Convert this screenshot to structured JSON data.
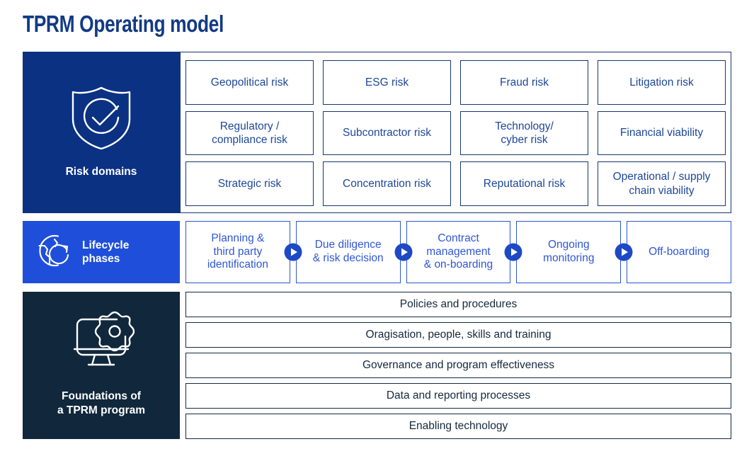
{
  "page": {
    "title": "TPRM Operating model"
  },
  "colors": {
    "title_blue": "#123a86",
    "risk_panel_blue": "#0B3183",
    "lifecycle_blue": "#1F4FDA",
    "foundations_navy": "#10273C",
    "risk_text_blue": "#1D4798",
    "phase_text_blue": "#2F56D8",
    "foundation_text_navy": "#15293D",
    "page_background": "#FFFFFF"
  },
  "risk_domains": {
    "label": "Risk domains",
    "icon": "shield-check-icon",
    "tiles": [
      "Geopolitical risk",
      "ESG risk",
      "Fraud risk",
      "Litigation risk",
      "Regulatory /\ncompliance risk",
      "Subcontractor risk",
      "Technology/\ncyber risk",
      "Financial viability",
      "Strategic risk",
      "Concentration risk",
      "Reputational risk",
      "Operational / supply\nchain viability"
    ]
  },
  "lifecycle": {
    "label": "Lifecycle\nphases",
    "icon": "globe-refresh-icon",
    "separator_icon": "arrow-right-circle-icon",
    "phases": [
      "Planning &\nthird party\nidentification",
      "Due diligence\n& risk decision",
      "Contract\nmanagement\n& on-boarding",
      "Ongoing\nmonitoring",
      "Off-boarding"
    ]
  },
  "foundations": {
    "label": "Foundations of\na TPRM program",
    "icon": "monitor-gear-icon",
    "rows": [
      "Policies and procedures",
      "Oragisation, people, skills and training",
      "Governance and program effectiveness",
      "Data and reporting processes",
      "Enabling technology"
    ]
  }
}
